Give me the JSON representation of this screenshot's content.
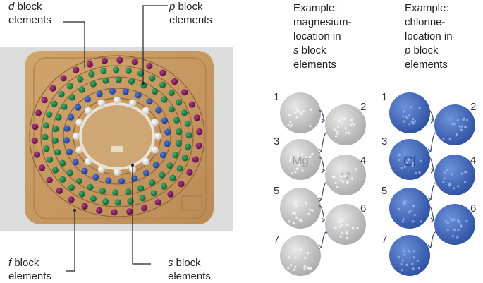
{
  "labels": {
    "d_block": {
      "italic": "d",
      "rest": " block",
      "line2": "elements"
    },
    "p_block": {
      "italic": "p",
      "rest": " block",
      "line2": "elements"
    },
    "f_block": {
      "italic": "f",
      "rest": " block",
      "line2": "elements"
    },
    "s_block": {
      "italic": "s",
      "rest": " block",
      "line2": "elements"
    }
  },
  "examples": {
    "magnesium": {
      "line1": "Example:",
      "line2": "magnesium-",
      "line3": "location in",
      "line4_italic": "s",
      "line4_rest": " block",
      "line5": "elements"
    },
    "chlorine": {
      "line1": "Example:",
      "line2": "chlorine-",
      "line3": "location in",
      "line4_italic": "p",
      "line4_rest": " block",
      "line5": "elements"
    }
  },
  "steps": [
    "1",
    "2",
    "3",
    "4",
    "5",
    "6",
    "7"
  ],
  "sphere_marks": {
    "mg_symbol": "Mg",
    "mg_number": "12",
    "cl_symbol": "Cl"
  },
  "colors": {
    "board": "#c99a63",
    "board_dark": "#9a6e3e",
    "s_block": "#f2f0ea",
    "p_block": "#2f55b7",
    "d_block": "#1f8a4b",
    "f_block": "#8a1e6b",
    "grey_sphere": "#c9c9c9",
    "blue_sphere": "#3f67b9"
  }
}
